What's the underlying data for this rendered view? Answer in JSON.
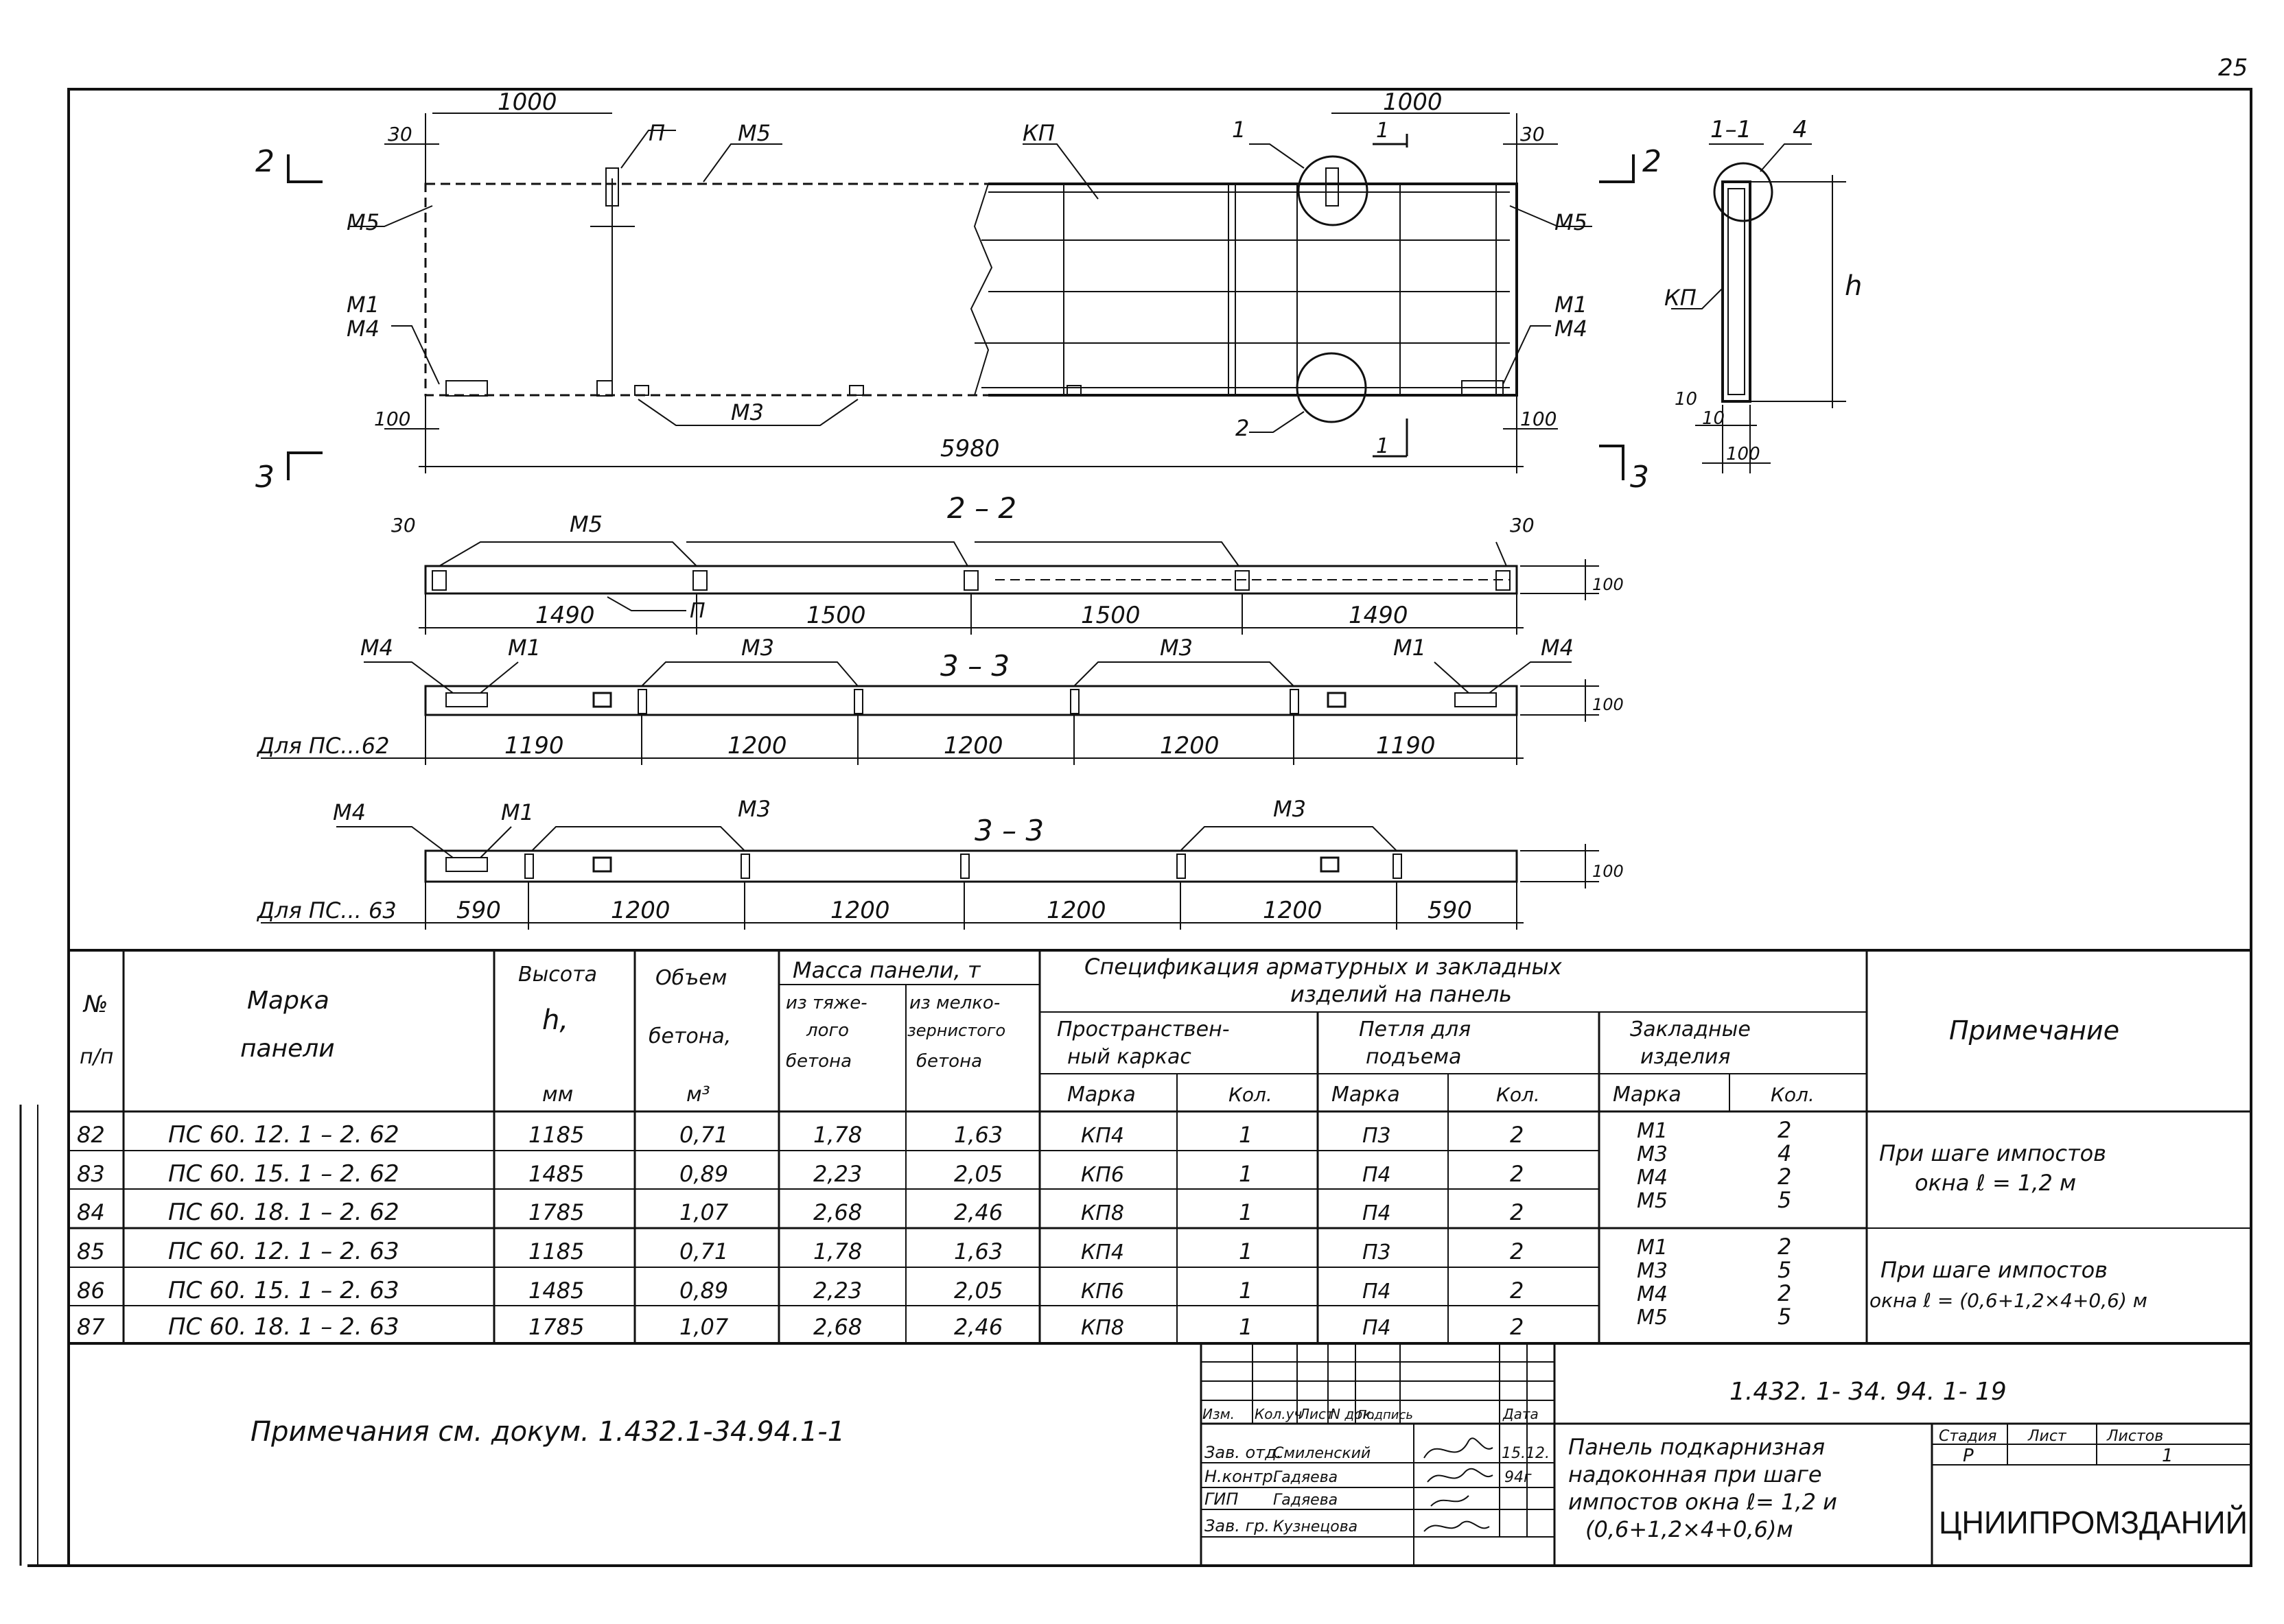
{
  "page_number": "25",
  "plan": {
    "dim_left_top": "1000",
    "dim_right_top": "1000",
    "dim_30_left": "30",
    "dim_30_right": "30",
    "dim_100_left": "100",
    "dim_100_right": "100",
    "dim_total": "5980",
    "label_p": "П",
    "label_m5_top": "М5",
    "label_kp": "КП",
    "label_1": "1",
    "label_2": "2",
    "label_m5_left": "М5",
    "label_m5_right": "М5",
    "label_m1_left": "М1",
    "label_m4_left": "М4",
    "label_m1_right": "М1",
    "label_m4_right": "М4",
    "label_m3": "М3",
    "section_2_left": "2",
    "section_2_right": "2",
    "section_3_left": "3",
    "section_3_right": "3",
    "section_1_top": "1",
    "section_1_bottom": "1"
  },
  "section11": {
    "title": "1–1",
    "label_4": "4",
    "label_kp": "КП",
    "label_h": "h",
    "dim_10a": "10",
    "dim_10b": "10",
    "dim_100": "100"
  },
  "section22": {
    "title": "2 – 2",
    "m5": "М5",
    "p": "П",
    "d30l": "30",
    "d30r": "30",
    "d100": "100",
    "dims": [
      "1490",
      "1500",
      "1500",
      "1490"
    ]
  },
  "section33a": {
    "title": "3 – 3",
    "m4l": "М4",
    "m1l": "М1",
    "m3l": "М3",
    "m3r": "М3",
    "m1r": "М1",
    "m4r": "М4",
    "d100": "100",
    "caption": "Для ПС...62",
    "dims": [
      "1190",
      "1200",
      "1200",
      "1200",
      "1190"
    ]
  },
  "section33b": {
    "title": "3 – 3",
    "m4": "М4",
    "m1": "М1",
    "m3l": "М3",
    "m3r": "М3",
    "d100": "100",
    "caption": "Для ПС... 63",
    "dims": [
      "590",
      "1200",
      "1200",
      "1200",
      "1200",
      "590"
    ]
  },
  "table": {
    "headers": {
      "num": "№",
      "num2": "п/п",
      "mark": "Марка",
      "mark2": "панели",
      "height": "Высота",
      "height2": "h,",
      "height3": "мм",
      "volume": "Объем",
      "volume2": "бетона,",
      "volume3": "м³",
      "mass": "Масса панели, т",
      "mass_heavy": "из тяже-",
      "mass_heavy2": "лого",
      "mass_heavy3": "бетона",
      "mass_fine": "из мелко-",
      "mass_fine2": "зернистого",
      "mass_fine3": "бетона",
      "spec": "Спецификация арматурных и закладных",
      "spec2": "изделий на панель",
      "frame": "Пространствен-",
      "frame2": "ный каркас",
      "loop": "Петля для",
      "loop2": "подъема",
      "embed": "Закладные",
      "embed2": "изделия",
      "sub_mark": "Марка",
      "sub_qty": "Кол.",
      "note": "Примечание"
    },
    "rows": [
      {
        "n": "82",
        "mark": "ПС 60. 12. 1 – 2. 62",
        "h": "1185",
        "v": "0,71",
        "m1": "1,78",
        "m2": "1,63",
        "kp": "КП4",
        "kpq": "1",
        "p": "П3",
        "pq": "2"
      },
      {
        "n": "83",
        "mark": "ПС 60. 15. 1 – 2. 62",
        "h": "1485",
        "v": "0,89",
        "m1": "2,23",
        "m2": "2,05",
        "kp": "КП6",
        "kpq": "1",
        "p": "П4",
        "pq": "2"
      },
      {
        "n": "84",
        "mark": "ПС 60. 18. 1 – 2. 62",
        "h": "1785",
        "v": "1,07",
        "m1": "2,68",
        "m2": "2,46",
        "kp": "КП8",
        "kpq": "1",
        "p": "П4",
        "pq": "2"
      },
      {
        "n": "85",
        "mark": "ПС 60. 12. 1 – 2. 63",
        "h": "1185",
        "v": "0,71",
        "m1": "1,78",
        "m2": "1,63",
        "kp": "КП4",
        "kpq": "1",
        "p": "П3",
        "pq": "2"
      },
      {
        "n": "86",
        "mark": "ПС 60. 15. 1 – 2. 63",
        "h": "1485",
        "v": "0,89",
        "m1": "2,23",
        "m2": "2,05",
        "kp": "КП6",
        "kpq": "1",
        "p": "П4",
        "pq": "2"
      },
      {
        "n": "87",
        "mark": "ПС 60. 18. 1 – 2. 63",
        "h": "1785",
        "v": "1,07",
        "m1": "2,68",
        "m2": "2,46",
        "kp": "КП8",
        "kpq": "1",
        "p": "П4",
        "pq": "2"
      }
    ],
    "embed_groups": [
      {
        "marks": [
          "М1",
          "М3",
          "М4",
          "М5"
        ],
        "qty": [
          "2",
          "4",
          "2",
          "5"
        ],
        "note1": "При шаге импостов",
        "note2": "окна ℓ = 1,2 м"
      },
      {
        "marks": [
          "М1",
          "М3",
          "М4",
          "М5"
        ],
        "qty": [
          "2",
          "5",
          "2",
          "5"
        ],
        "note1": "При шаге импостов",
        "note2": "окна ℓ = (0,6+1,2×4+0,6) м"
      }
    ]
  },
  "footer": {
    "note": "Примечания см. докум. 1.432.1-34.94.1-1",
    "doc_code": "1.432. 1- 34. 94. 1- 19",
    "title1": "Панель подкарнизная",
    "title2": "надоконная при шаге",
    "title3": "импостов окна ℓ= 1,2  и",
    "title4": "(0,6+1,2×4+0,6)м",
    "stage_h": "Стадия",
    "sheet_h": "Лист",
    "sheets_h": "Листов",
    "stage": "Р",
    "sheets": "1",
    "org": "ЦНИИПРОМЗДАНИЙ",
    "change_headers": [
      "Изм.",
      "Кол.уч",
      "Лист",
      "N док.",
      "Подпись",
      "Дата"
    ],
    "roles": [
      "Зав. отд.",
      "Н.контр.",
      "ГИП",
      "Зав. гр."
    ],
    "names": [
      "Смиленский",
      "Гадяева",
      "Гадяева",
      "Кузнецова"
    ],
    "date1": "15.12.",
    "date2": "94г"
  }
}
